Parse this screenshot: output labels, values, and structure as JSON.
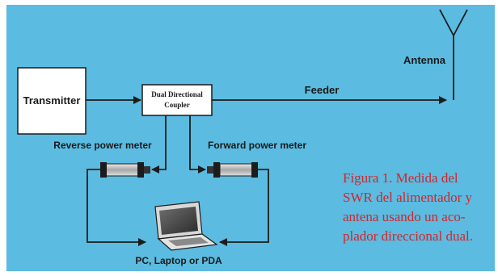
{
  "colors": {
    "background": "#5bbbe0",
    "line": "#1c1c1c",
    "caption": "#d4252b",
    "box_fill": "#ffffff"
  },
  "labels": {
    "transmitter": "Transmitter",
    "coupler_line1": "Dual Directional",
    "coupler_line2": "Coupler",
    "feeder": "Feeder",
    "antenna": "Antenna",
    "reverse_meter": "Reverse power meter",
    "forward_meter": "Forward power meter",
    "computer": "PC, Laptop or PDA"
  },
  "caption": {
    "line1": "Figura 1. Medida del",
    "line2": "SWR del alimentador y",
    "line3": "antena usando un aco-",
    "line4": "plador direccional dual."
  }
}
